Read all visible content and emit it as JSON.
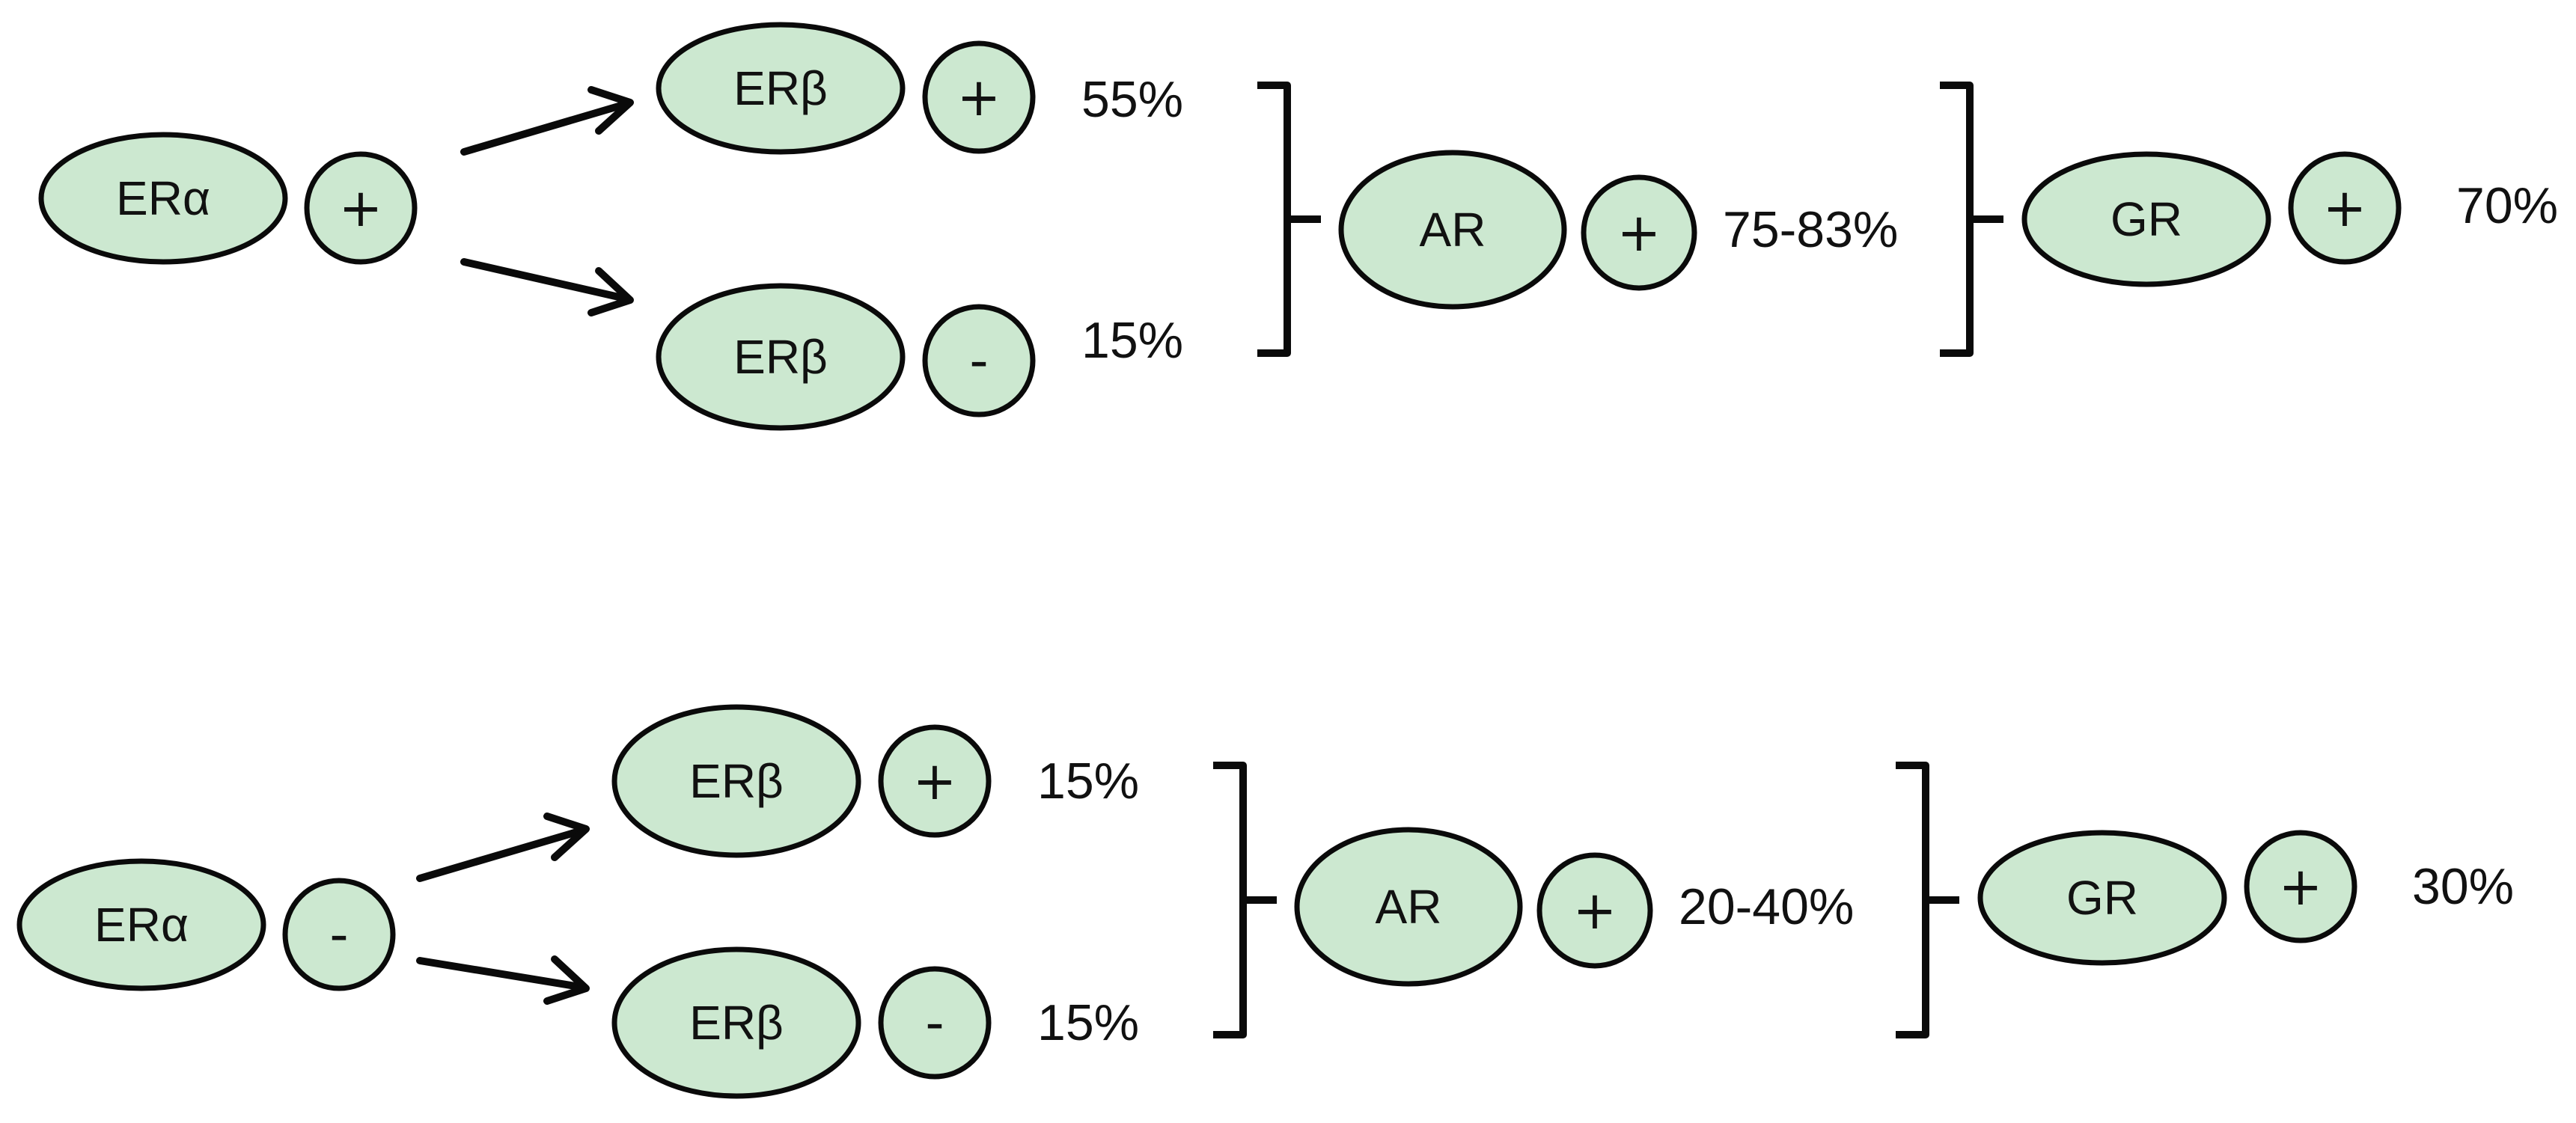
{
  "colors": {
    "node_fill": "#cce8d0",
    "stroke": "#0a0a0a",
    "text": "#111111"
  },
  "rows": [
    {
      "era": {
        "label": "ERα",
        "sign": "+"
      },
      "erb_upper": {
        "label": "ERβ",
        "sign": "+",
        "percent": "55%"
      },
      "erb_lower": {
        "label": "ERβ",
        "sign": "-",
        "percent": "15%"
      },
      "ar": {
        "label": "AR",
        "sign": "+",
        "percent": "75-83%"
      },
      "gr": {
        "label": "GR",
        "sign": "+",
        "percent": "70%"
      }
    },
    {
      "era": {
        "label": "ERα",
        "sign": "-"
      },
      "erb_upper": {
        "label": "ERβ",
        "sign": "+",
        "percent": "15%"
      },
      "erb_lower": {
        "label": "ERβ",
        "sign": "-",
        "percent": "15%"
      },
      "ar": {
        "label": "AR",
        "sign": "+",
        "percent": "20-40%"
      },
      "gr": {
        "label": "GR",
        "sign": "+",
        "percent": "30%"
      }
    }
  ]
}
